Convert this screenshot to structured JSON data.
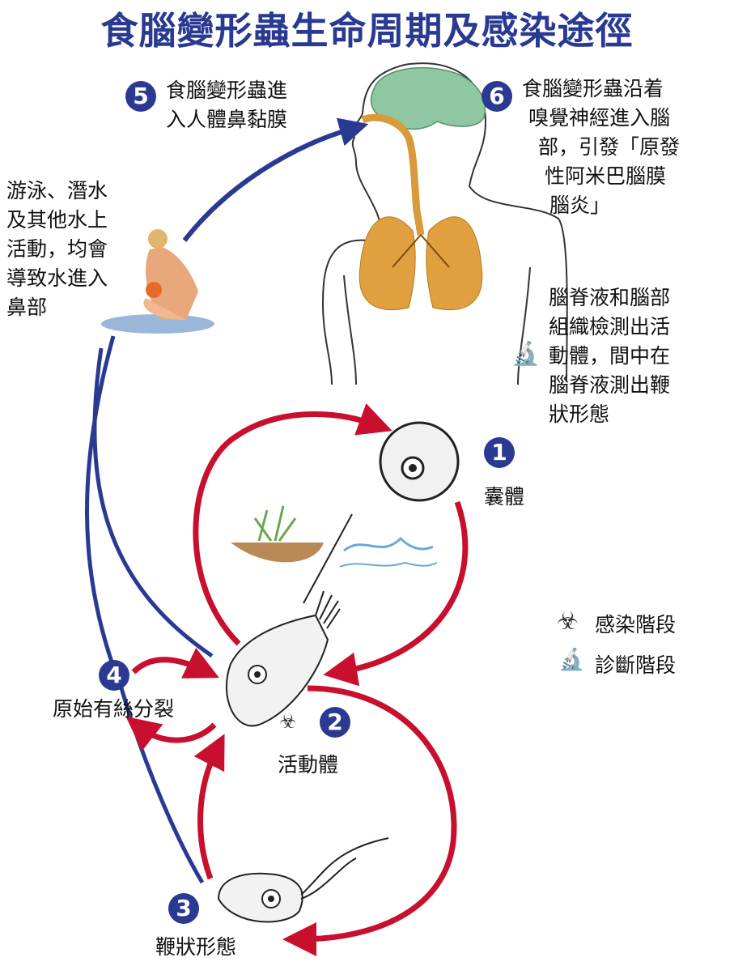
{
  "title": "食腦變形蟲生命周期及感染途徑",
  "steps": [
    {
      "number": "1",
      "label": "囊體"
    },
    {
      "number": "2",
      "label": "活動體"
    },
    {
      "number": "3",
      "label": "鞭狀形態"
    },
    {
      "number": "4",
      "label": "原始有絲分裂"
    },
    {
      "number": "5",
      "lines": [
        "食腦變形蟲進",
        "入人體鼻黏膜"
      ]
    },
    {
      "number": "6",
      "lines": [
        "食腦變形蟲沿着",
        "嗅覺神經進入腦",
        "部，引發「原發",
        "性阿米巴腦膜",
        "腦炎」"
      ]
    }
  ],
  "swimming_note": [
    "游泳、潛水",
    "及其他水上",
    "活動，均會",
    "導致水進入",
    "鼻部"
  ],
  "diagnosis_note": [
    "腦脊液和腦部",
    "組織檢測出活",
    "動體，間中在",
    "腦脊液測出鞭",
    "狀形態"
  ],
  "legend": [
    {
      "icon": "biohazard-icon",
      "label": "感染階段"
    },
    {
      "icon": "microscope-icon",
      "label": "診斷階段"
    }
  ],
  "colors": {
    "navy": "#2a3991",
    "red": "#c8102e",
    "brain": "#7fbf9a",
    "lungs": "#e0a040"
  }
}
